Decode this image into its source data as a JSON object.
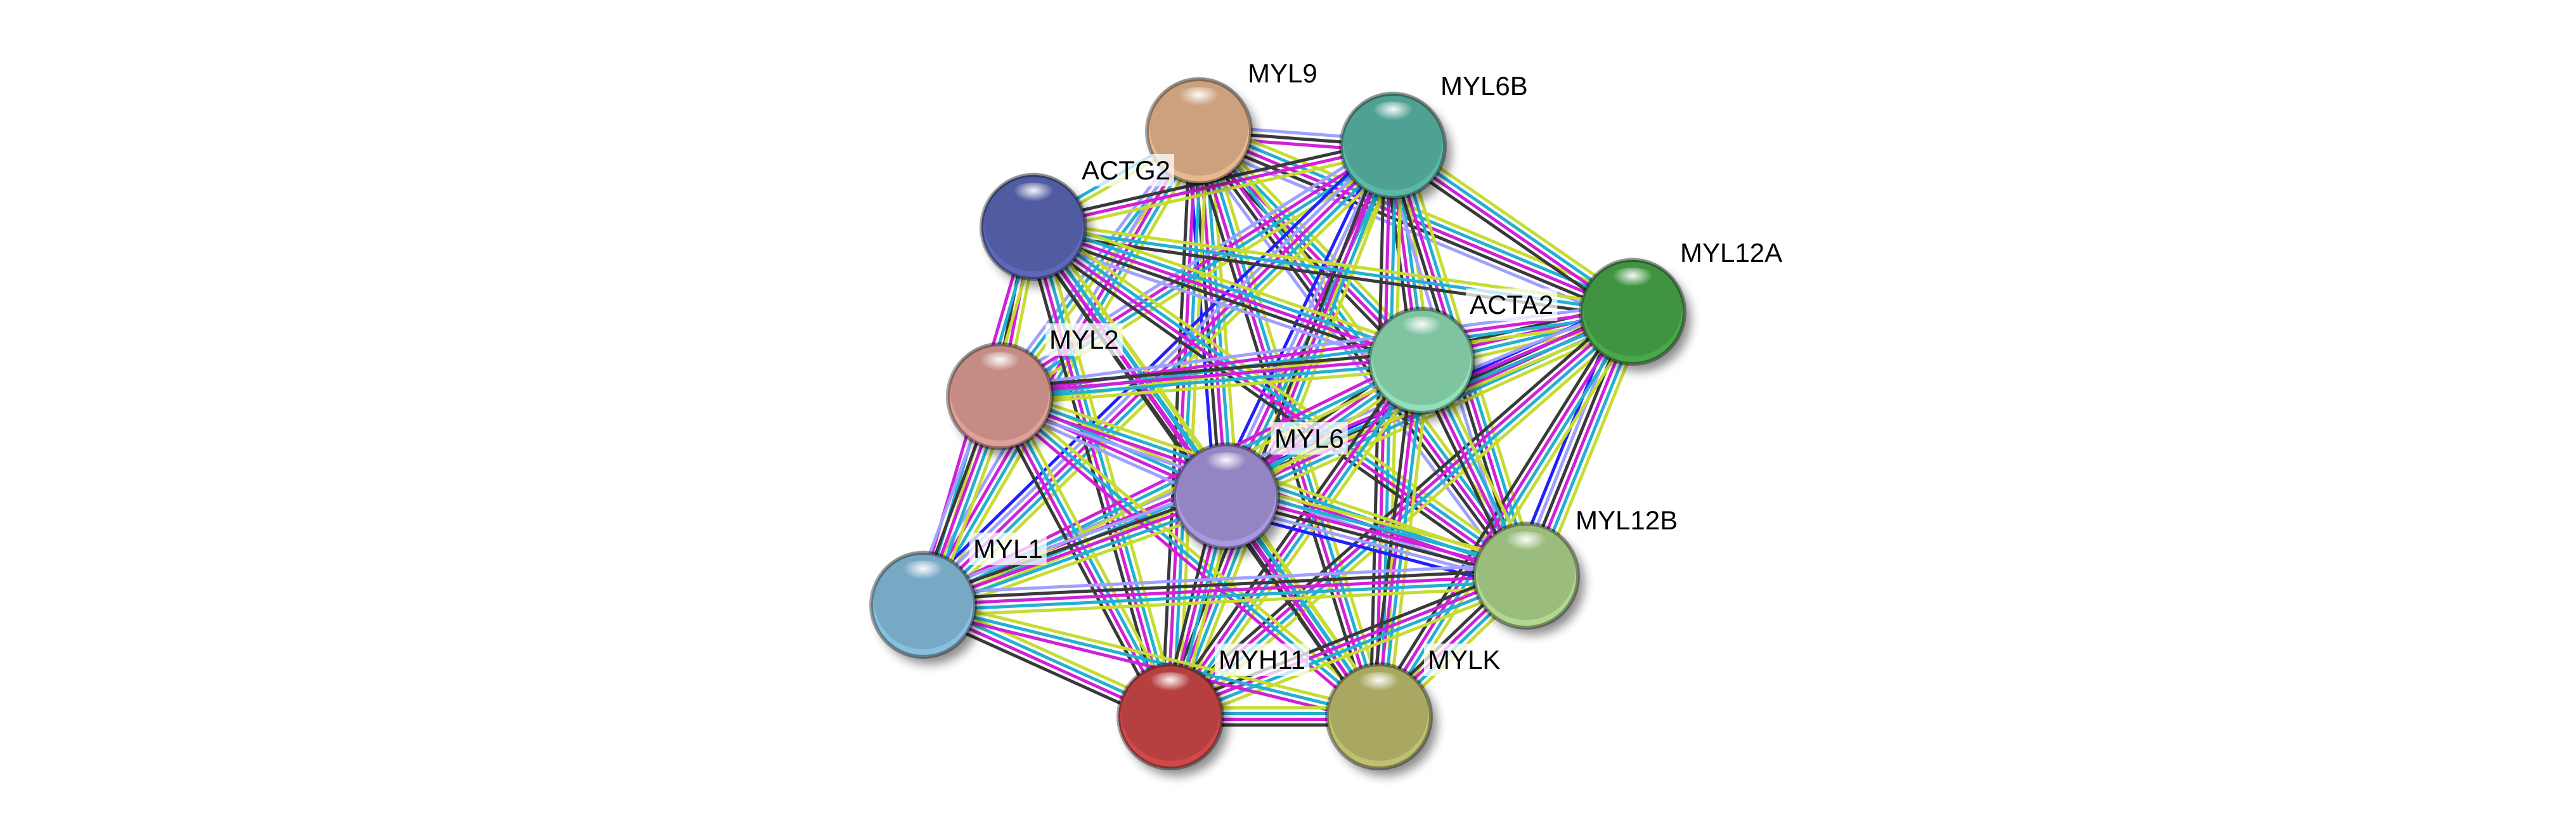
{
  "title": "Protein interaction network",
  "edge_colors": {
    "textmining": "#c6dc32",
    "database": "#24b0d0",
    "experiments": "#d020d8",
    "coexpression": "#3a3a3a",
    "homology": "#a0a0ff",
    "cooccurrence": "#2020ff"
  },
  "nodes": [
    {
      "id": "MYL9",
      "label": "MYL9",
      "color": "#e8b890"
    },
    {
      "id": "MYL6B",
      "label": "MYL6B",
      "color": "#5ab8a8"
    },
    {
      "id": "ACTG2",
      "label": "ACTG2",
      "color": "#5c68b8"
    },
    {
      "id": "MYL12A",
      "label": "MYL12A",
      "color": "#4aa84a"
    },
    {
      "id": "ACTA2",
      "label": "ACTA2",
      "color": "#90e0b8"
    },
    {
      "id": "MYL2",
      "label": "MYL2",
      "color": "#e0a098"
    },
    {
      "id": "MYL6",
      "label": "MYL6",
      "color": "#a898e0"
    },
    {
      "id": "MYL12B",
      "label": "MYL12B",
      "color": "#b0d890"
    },
    {
      "id": "MYL1",
      "label": "MYL1",
      "color": "#88c0e0"
    },
    {
      "id": "MYH11",
      "label": "MYH11",
      "color": "#d04848"
    },
    {
      "id": "MYLK",
      "label": "MYLK",
      "color": "#c0c070"
    }
  ],
  "edges": [
    {
      "a": "MYL9",
      "b": "MYL6B",
      "types": [
        "homology",
        "coexpression",
        "experiments"
      ]
    },
    {
      "a": "MYL9",
      "b": "ACTG2",
      "types": [
        "textmining",
        "database"
      ]
    },
    {
      "a": "MYL9",
      "b": "MYL12A",
      "types": [
        "textmining",
        "database",
        "experiments",
        "coexpression",
        "homology"
      ]
    },
    {
      "a": "MYL9",
      "b": "ACTA2",
      "types": [
        "textmining",
        "database",
        "experiments",
        "coexpression"
      ]
    },
    {
      "a": "MYL9",
      "b": "MYL2",
      "types": [
        "textmining",
        "database",
        "homology"
      ]
    },
    {
      "a": "MYL9",
      "b": "MYL6",
      "types": [
        "textmining",
        "database",
        "experiments",
        "coexpression",
        "cooccurrence"
      ]
    },
    {
      "a": "MYL9",
      "b": "MYL12B",
      "types": [
        "textmining",
        "database",
        "experiments",
        "coexpression",
        "homology"
      ]
    },
    {
      "a": "MYL9",
      "b": "MYL1",
      "types": [
        "textmining",
        "database",
        "experiments",
        "homology"
      ]
    },
    {
      "a": "MYL9",
      "b": "MYH11",
      "types": [
        "textmining",
        "database",
        "experiments",
        "coexpression"
      ]
    },
    {
      "a": "MYL9",
      "b": "MYLK",
      "types": [
        "textmining",
        "database",
        "experiments",
        "coexpression"
      ]
    },
    {
      "a": "MYL6B",
      "b": "ACTG2",
      "types": [
        "textmining",
        "experiments",
        "coexpression"
      ]
    },
    {
      "a": "MYL6B",
      "b": "MYL12A",
      "types": [
        "textmining",
        "database",
        "experiments",
        "coexpression"
      ]
    },
    {
      "a": "MYL6B",
      "b": "ACTA2",
      "types": [
        "textmining",
        "database",
        "experiments",
        "coexpression"
      ]
    },
    {
      "a": "MYL6B",
      "b": "MYL2",
      "types": [
        "textmining",
        "database",
        "experiments",
        "homology"
      ]
    },
    {
      "a": "MYL6B",
      "b": "MYL6",
      "types": [
        "textmining",
        "database",
        "experiments",
        "homology",
        "cooccurrence"
      ]
    },
    {
      "a": "MYL6B",
      "b": "MYL12B",
      "types": [
        "textmining",
        "database",
        "experiments",
        "coexpression",
        "homology"
      ]
    },
    {
      "a": "MYL6B",
      "b": "MYL1",
      "types": [
        "textmining",
        "database",
        "experiments",
        "homology",
        "cooccurrence"
      ]
    },
    {
      "a": "MYL6B",
      "b": "MYH11",
      "types": [
        "textmining",
        "database",
        "experiments",
        "coexpression"
      ]
    },
    {
      "a": "MYL6B",
      "b": "MYLK",
      "types": [
        "textmining",
        "database",
        "experiments",
        "coexpression"
      ]
    },
    {
      "a": "ACTG2",
      "b": "MYL12A",
      "types": [
        "textmining",
        "database",
        "coexpression"
      ]
    },
    {
      "a": "ACTG2",
      "b": "ACTA2",
      "types": [
        "textmining",
        "database",
        "experiments",
        "coexpression",
        "homology"
      ]
    },
    {
      "a": "ACTG2",
      "b": "MYL2",
      "types": [
        "textmining",
        "experiments",
        "coexpression"
      ]
    },
    {
      "a": "ACTG2",
      "b": "MYL6",
      "types": [
        "textmining",
        "database",
        "experiments",
        "coexpression"
      ]
    },
    {
      "a": "ACTG2",
      "b": "MYL12B",
      "types": [
        "textmining",
        "database",
        "experiments",
        "coexpression"
      ]
    },
    {
      "a": "ACTG2",
      "b": "MYL1",
      "types": [
        "textmining",
        "database",
        "experiments"
      ]
    },
    {
      "a": "ACTG2",
      "b": "MYH11",
      "types": [
        "textmining",
        "database",
        "experiments",
        "coexpression"
      ]
    },
    {
      "a": "ACTG2",
      "b": "MYLK",
      "types": [
        "textmining",
        "database",
        "experiments",
        "coexpression"
      ]
    },
    {
      "a": "MYL12A",
      "b": "ACTA2",
      "types": [
        "textmining",
        "database",
        "experiments",
        "coexpression"
      ]
    },
    {
      "a": "MYL12A",
      "b": "MYL2",
      "types": [
        "textmining",
        "database",
        "experiments",
        "homology"
      ]
    },
    {
      "a": "MYL12A",
      "b": "MYL6",
      "types": [
        "textmining",
        "database",
        "experiments",
        "coexpression",
        "cooccurrence"
      ]
    },
    {
      "a": "MYL12A",
      "b": "MYL12B",
      "types": [
        "textmining",
        "database",
        "experiments",
        "coexpression",
        "homology",
        "cooccurrence"
      ]
    },
    {
      "a": "MYL12A",
      "b": "MYL1",
      "types": [
        "textmining",
        "database",
        "experiments",
        "homology"
      ]
    },
    {
      "a": "MYL12A",
      "b": "MYH11",
      "types": [
        "textmining",
        "database",
        "experiments",
        "coexpression"
      ]
    },
    {
      "a": "MYL12A",
      "b": "MYLK",
      "types": [
        "textmining",
        "database",
        "experiments",
        "coexpression"
      ]
    },
    {
      "a": "ACTA2",
      "b": "MYL2",
      "types": [
        "textmining",
        "database",
        "experiments",
        "coexpression"
      ]
    },
    {
      "a": "ACTA2",
      "b": "MYL6",
      "types": [
        "textmining",
        "database",
        "experiments",
        "coexpression"
      ]
    },
    {
      "a": "ACTA2",
      "b": "MYL12B",
      "types": [
        "textmining",
        "database",
        "experiments",
        "coexpression"
      ]
    },
    {
      "a": "ACTA2",
      "b": "MYL1",
      "types": [
        "textmining",
        "database",
        "experiments"
      ]
    },
    {
      "a": "ACTA2",
      "b": "MYH11",
      "types": [
        "textmining",
        "database",
        "experiments",
        "coexpression"
      ]
    },
    {
      "a": "ACTA2",
      "b": "MYLK",
      "types": [
        "textmining",
        "database",
        "experiments",
        "coexpression"
      ]
    },
    {
      "a": "MYL2",
      "b": "MYL6",
      "types": [
        "textmining",
        "database",
        "experiments",
        "homology"
      ]
    },
    {
      "a": "MYL2",
      "b": "MYL12B",
      "types": [
        "textmining",
        "database",
        "experiments",
        "homology"
      ]
    },
    {
      "a": "MYL2",
      "b": "MYL1",
      "types": [
        "textmining",
        "database",
        "experiments",
        "coexpression",
        "homology"
      ]
    },
    {
      "a": "MYL2",
      "b": "MYH11",
      "types": [
        "textmining",
        "database",
        "experiments",
        "coexpression"
      ]
    },
    {
      "a": "MYL2",
      "b": "MYLK",
      "types": [
        "textmining",
        "database",
        "experiments"
      ]
    },
    {
      "a": "MYL6",
      "b": "MYL12B",
      "types": [
        "textmining",
        "database",
        "experiments",
        "coexpression",
        "homology",
        "cooccurrence"
      ]
    },
    {
      "a": "MYL6",
      "b": "MYL1",
      "types": [
        "textmining",
        "database",
        "experiments",
        "coexpression",
        "homology"
      ]
    },
    {
      "a": "MYL6",
      "b": "MYH11",
      "types": [
        "textmining",
        "database",
        "experiments",
        "coexpression"
      ]
    },
    {
      "a": "MYL6",
      "b": "MYLK",
      "types": [
        "textmining",
        "database",
        "experiments",
        "coexpression"
      ]
    },
    {
      "a": "MYL12B",
      "b": "MYL1",
      "types": [
        "textmining",
        "database",
        "experiments",
        "coexpression",
        "homology"
      ]
    },
    {
      "a": "MYL12B",
      "b": "MYH11",
      "types": [
        "textmining",
        "database",
        "experiments",
        "coexpression"
      ]
    },
    {
      "a": "MYL12B",
      "b": "MYLK",
      "types": [
        "textmining",
        "database",
        "experiments",
        "coexpression"
      ]
    },
    {
      "a": "MYL1",
      "b": "MYH11",
      "types": [
        "textmining",
        "database",
        "experiments",
        "coexpression"
      ]
    },
    {
      "a": "MYL1",
      "b": "MYLK",
      "types": [
        "textmining",
        "database",
        "experiments"
      ]
    },
    {
      "a": "MYH11",
      "b": "MYLK",
      "types": [
        "textmining",
        "database",
        "experiments",
        "coexpression"
      ]
    }
  ]
}
